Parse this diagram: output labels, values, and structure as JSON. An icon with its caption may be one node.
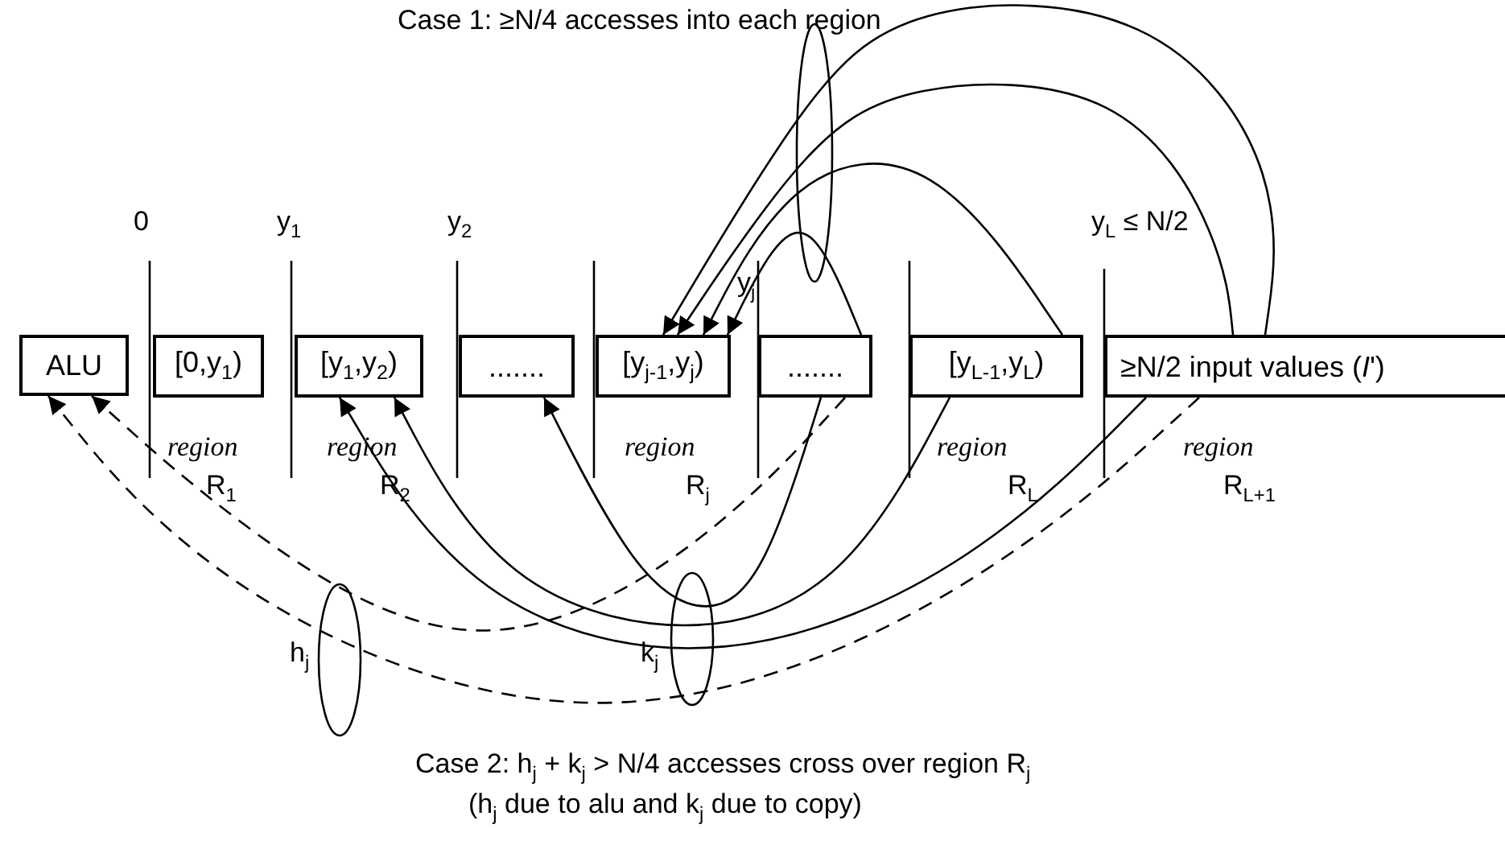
{
  "diagram": {
    "nodes": [
      {
        "text": [
          "ALU"
        ]
      },
      {
        "text": [
          "[0,y$_{1}$)"
        ]
      },
      {
        "text": [
          "[y$_{1}$,y$_{2}$)"
        ]
      },
      {
        "text": [
          "......."
        ]
      },
      {
        "text": [
          "[y$_{j-1}$,y$_{j}$)"
        ]
      },
      {
        "text": [
          "......."
        ]
      },
      {
        "text": [
          "[y$_{L-1}$,y$_{L}$)"
        ]
      },
      {
        "text": [
          "≥N/2 input values  (*I*')"
        ]
      }
    ],
    "edges": [
      {
        "from": 5,
        "to": 4,
        "arrow": "to"
      },
      {
        "from": 6,
        "to": 4,
        "arrow": "to"
      },
      {
        "from": 7,
        "to": 4,
        "arrow": "to"
      },
      {
        "from": 7,
        "to": 4,
        "arrow": "to"
      },
      {
        "from": 5,
        "to": 3,
        "arrow": "to"
      },
      {
        "from": 6,
        "to": 2,
        "arrow": "to"
      },
      {
        "from": 7,
        "to": 2,
        "arrow": "to"
      },
      {
        "from": 5,
        "to": 0,
        "arrow": "to",
        "style": "dashed"
      },
      {
        "from": 7,
        "to": 0,
        "arrow": "to",
        "style": "dashed"
      }
    ],
    "labels": [
      "Case 1:  ≥N/4 accesses into each region",
      "0",
      "y$_{1}$",
      "y$_{2}$",
      "y$_{j}$",
      "y$_{L}$ ≤ N/2",
      "region",
      "region",
      "region",
      "region",
      "region",
      "R$_{1}$",
      "R$_{2}$",
      "R$_{j}$",
      "R$_{L}$",
      "R$_{L+1}$",
      "h$_{j}$",
      "k$_{j}$",
      "Case 2: h$_{j}$ + k$_{j}$ > N/4 accesses cross over region R$_{j}$",
      "(h$_{j}$ due to alu and k$_{j}$ due to copy)"
    ]
  }
}
